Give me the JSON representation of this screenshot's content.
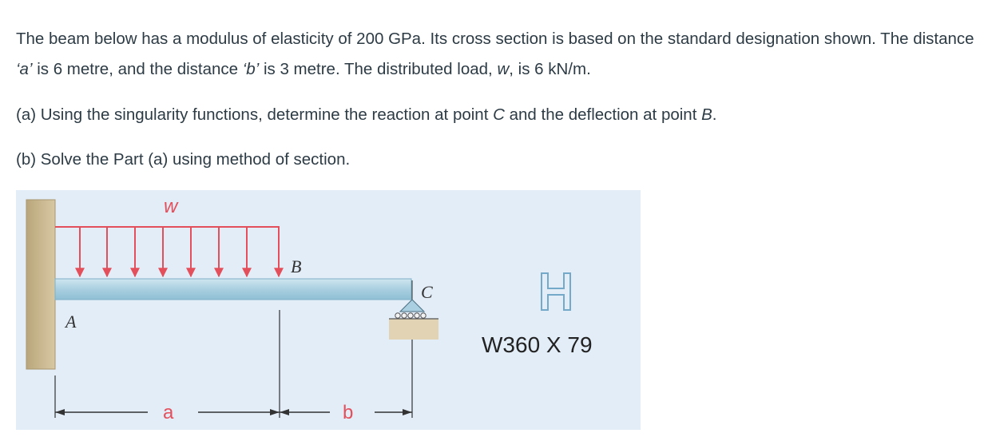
{
  "problem": {
    "intro": {
      "s1": "The beam below has a modulus of elasticity of 200 GPa. Its cross section is based on the standard designation shown. The distance ",
      "a_quote": "‘a’",
      "s2": " is 6 metre, and the distance ",
      "b_quote": "‘b’",
      "s3": " is 3 metre. The distributed load, ",
      "w": "w",
      "s4": ", is 6 kN/m."
    },
    "part_a": {
      "s1": "(a) Using the singularity functions, determine the reaction at point ",
      "C": "C",
      "s2": " and the deflection at point ",
      "B": "B",
      "s3": "."
    },
    "part_b": "(b) Solve the Part (a) using method of section."
  },
  "figure": {
    "load_label": "w",
    "point_A": "A",
    "point_B": "B",
    "point_C": "C",
    "dim_a": "a",
    "dim_b": "b",
    "section_designation": "W360 X 79",
    "colors": {
      "background": "#e2edf8",
      "beam": "#a9cfe0",
      "load_arrows": "#e3505b",
      "wall": "#c6b48c",
      "ground": "#e1d3b4",
      "section_icon": "#75a9c9"
    }
  }
}
